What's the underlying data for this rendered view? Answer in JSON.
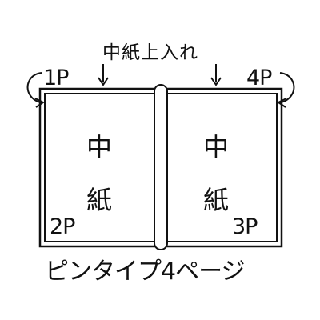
{
  "diagram": {
    "top_label": "中紙上入れ",
    "page_labels": {
      "p1": "1P",
      "p2": "2P",
      "p3": "3P",
      "p4": "4P"
    },
    "left_panel": {
      "line1": "中",
      "line2": "紙"
    },
    "right_panel": {
      "line1": "中",
      "line2": "紙"
    },
    "caption": "ピンタイプ4ページ"
  }
}
